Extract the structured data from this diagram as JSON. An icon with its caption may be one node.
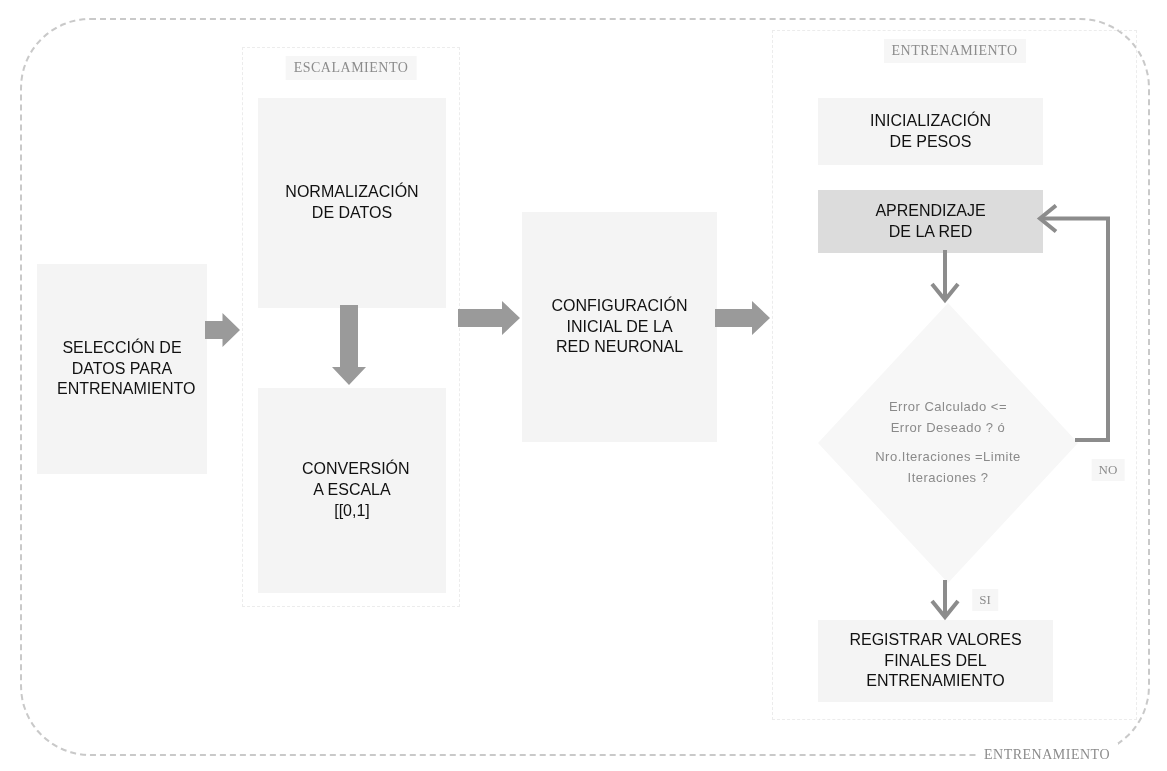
{
  "diagram": {
    "nodes": [
      {
        "text": [
          "ENTRENAMIENTO"
        ]
      },
      {
        "text": [
          "SELECCIÓN DE DATOS PARA ENTRENAMIENTO"
        ],
        "in": 0
      },
      {
        "text": [
          "ESCALAMIENTO"
        ],
        "in": 0
      },
      {
        "text": [
          "NORMALIZACIÓN DE DATOS"
        ],
        "in": 2
      },
      {
        "text": [
          "CONVERSIÓN A ESCALA [[0,1]"
        ],
        "in": 2
      },
      {
        "text": [
          "CONFIGURACIÓN INICIAL DE LA RED NEURONAL"
        ],
        "in": 0
      },
      {
        "text": [
          "ENTRENAMIENTO"
        ],
        "in": 0
      },
      {
        "text": [
          "INICIALIZACIÓN DE PESOS"
        ],
        "in": 6
      },
      {
        "text": [
          "APRENDIZAJE DE LA RED"
        ],
        "in": 6
      },
      {
        "text": [
          "Error Calculado <= Error Deseado ? ó",
          "Nro.Iteraciones =Limite Iteraciones ?"
        ],
        "in": 6
      },
      {
        "text": [
          "REGISTRAR VALORES FINALES DEL ENTRENAMIENTO"
        ],
        "in": 6
      }
    ],
    "edges": [
      {
        "from": 1,
        "to": 2,
        "arrow": "to",
        "style": "thick"
      },
      {
        "from": 3,
        "to": 4,
        "arrow": "to",
        "style": "thick"
      },
      {
        "from": 2,
        "to": 5,
        "arrow": "to",
        "style": "thick"
      },
      {
        "from": 5,
        "to": 6,
        "arrow": "to",
        "style": "thick"
      },
      {
        "from": 8,
        "to": 9,
        "arrow": "to"
      },
      {
        "from": 9,
        "to": 8,
        "arrow": "to",
        "label": "NO"
      },
      {
        "from": 9,
        "to": 10,
        "arrow": "to",
        "label": "SI"
      }
    ]
  }
}
